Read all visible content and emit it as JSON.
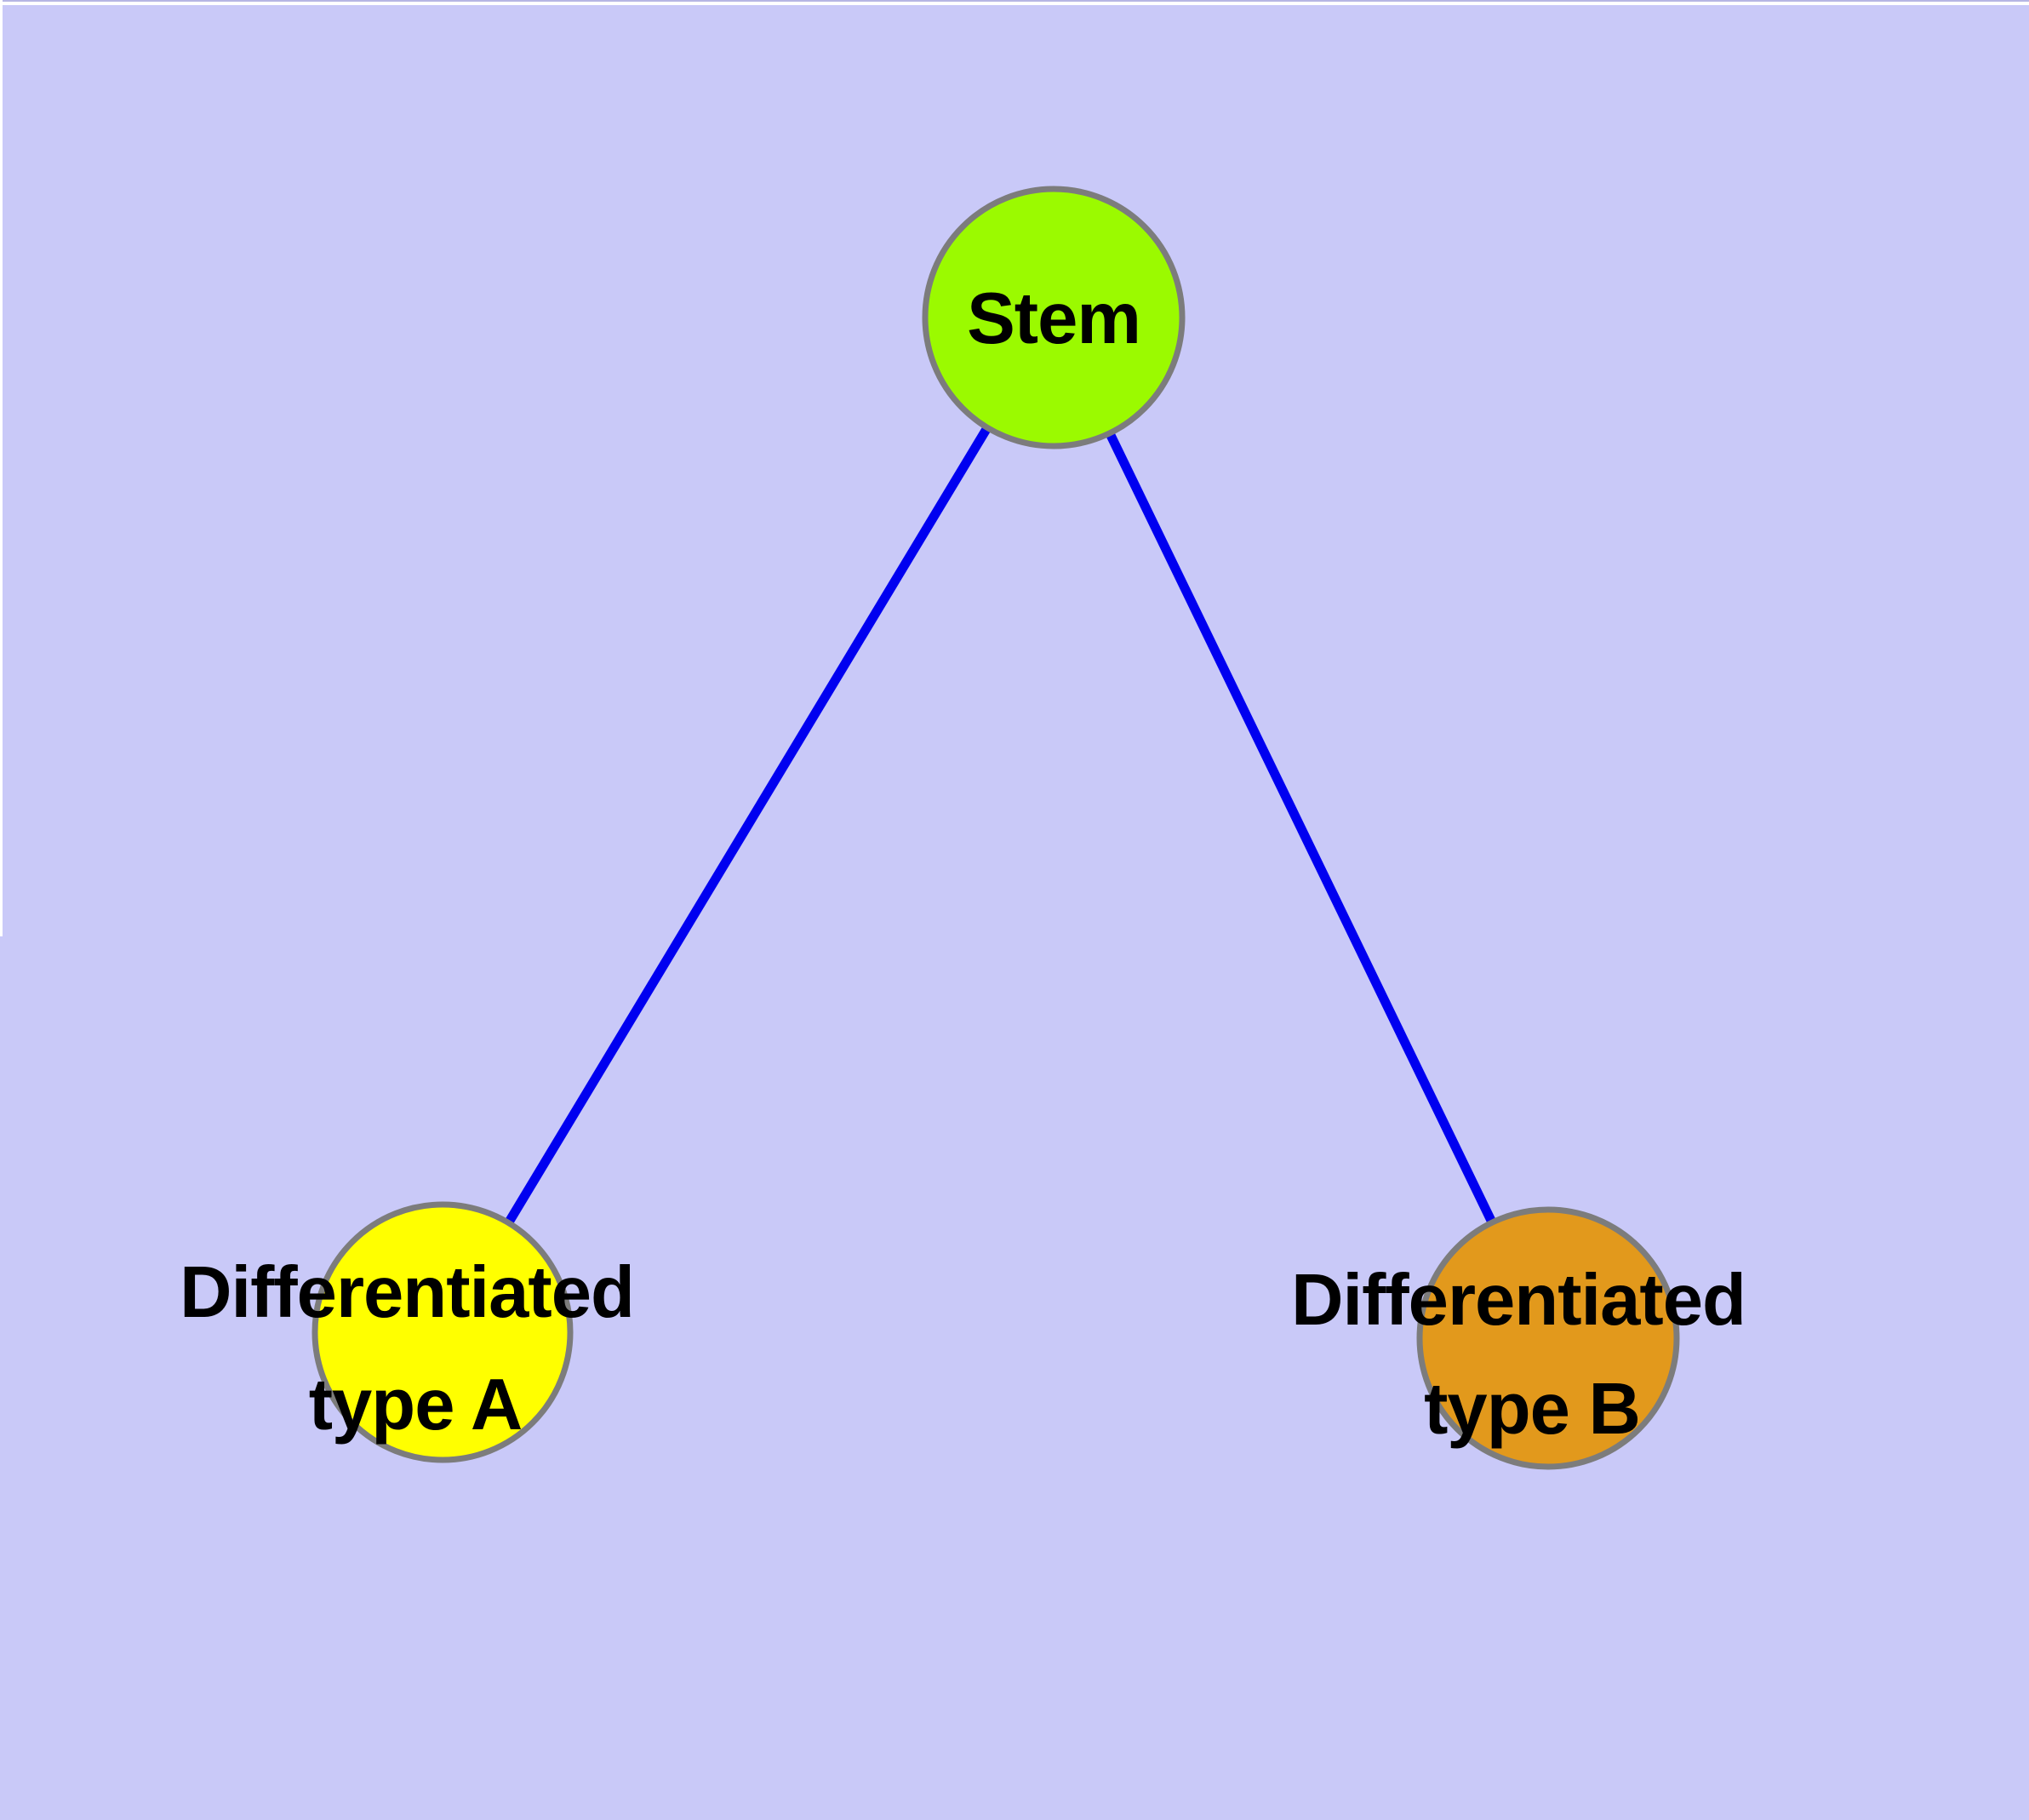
{
  "canvas": {
    "background_color": "#C9C9F8",
    "frame_top_line_color": "#B6B6E4",
    "frame_color": "#FFFFFF",
    "edge_color": "#0000F0",
    "node_border_color": "#7C7C7C",
    "label_color": "#000000"
  },
  "nodes": [
    {
      "id": "stem",
      "fill": "#9BFA00",
      "lines": [
        "Stem",
        ""
      ]
    },
    {
      "id": "differentiated-type-a",
      "fill": "#FFFF00",
      "lines": [
        "Differentiated",
        "type A"
      ]
    },
    {
      "id": "differentiated-type-b",
      "fill": "#E2991C",
      "lines": [
        "Differentiated",
        "type B"
      ]
    }
  ],
  "edges": [
    {
      "from": "Stem",
      "to": "Differentiated type A"
    },
    {
      "from": "Stem",
      "to": "Differentiated type B"
    }
  ]
}
